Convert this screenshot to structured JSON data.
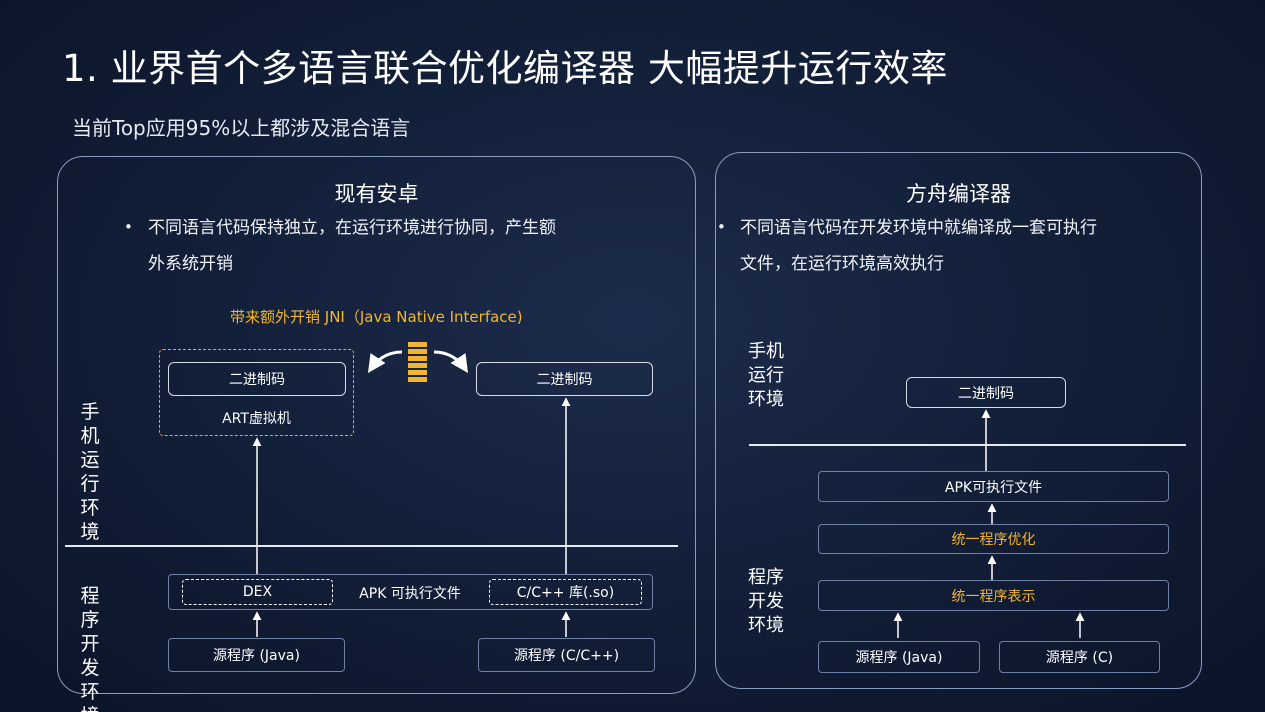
{
  "slide": {
    "title": "1. 业界首个多语言联合优化编译器 大幅提升运行效率",
    "subtitle": "当前Top应用95%以上都涉及混合语言"
  },
  "left_panel": {
    "title": "现有安卓",
    "bullet_line1": "不同语言代码保持独立，在运行环境进行协同，产生额",
    "bullet_line2": "外系统开销",
    "jni_label": "带来额外开销  JNI（Java Native Interface)",
    "vm_binary": "二进制码",
    "vm_name": "ART虚拟机",
    "native_binary": "二进制码",
    "runtime_label": "手机运行环境",
    "dev_label": "程序开发环境",
    "apk_label": "APK 可执行文件",
    "dex": "DEX",
    "so_lib": "C/C++ 库(.so)",
    "src_java": "源程序 (Java)",
    "src_cpp": "源程序 (C/C++)"
  },
  "right_panel": {
    "title": "方舟编译器",
    "bullet_line1": "不同语言代码在开发环境中就编译成一套可执行",
    "bullet_line2": "文件，在运行环境高效执行",
    "binary": "二进制码",
    "runtime_label": "手机运行环境",
    "dev_label": "程序开发环境",
    "apk_file": "APK可执行文件",
    "unified_opt": "统一程序优化",
    "unified_rep": "统一程序表示",
    "src_java": "源程序 (Java)",
    "src_c": "源程序 (C)"
  },
  "colors": {
    "accent_orange": "#f3b52f",
    "panel_border": "#8b9bc4",
    "background": "#13203a"
  }
}
